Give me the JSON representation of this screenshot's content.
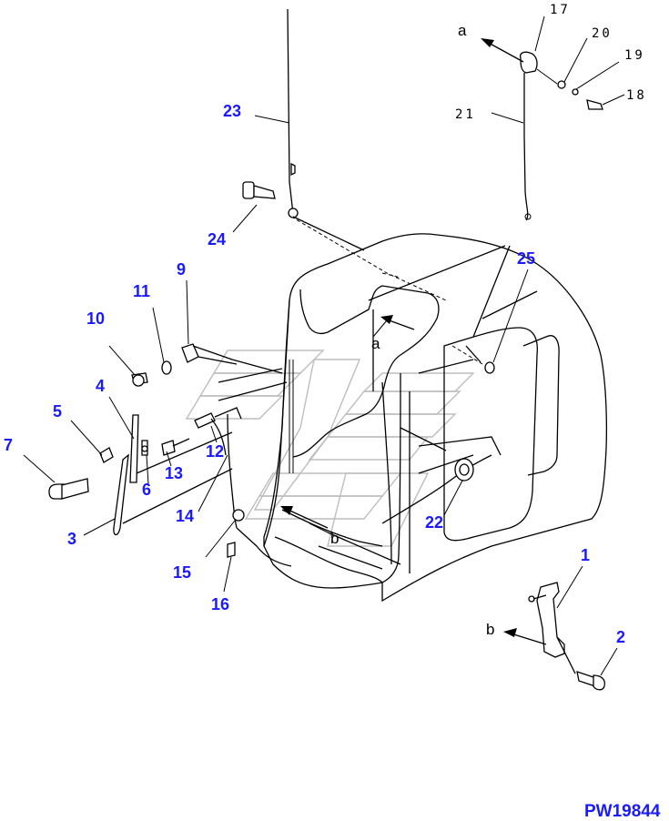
{
  "diagram": {
    "drawing_code": "PW19844",
    "reference_letters": {
      "a_top": "a",
      "a_cab": "a",
      "b_cab": "b",
      "b_bottom": "b"
    },
    "callouts": {
      "p1": "1",
      "p2": "2",
      "p3": "3",
      "p4": "4",
      "p5": "5",
      "p6": "6",
      "p7": "7",
      "p9": "9",
      "p10": "10",
      "p11": "11",
      "p12": "12",
      "p13": "13",
      "p14": "14",
      "p15": "15",
      "p16": "16",
      "p22": "22",
      "p23": "23",
      "p24": "24",
      "p25": "25",
      "p17": "17",
      "p18": "18",
      "p19": "19",
      "p20": "20",
      "p21": "21"
    },
    "colors": {
      "callout": "#1a1aff",
      "line": "#000000",
      "watermark": "#bdbdbd"
    }
  }
}
